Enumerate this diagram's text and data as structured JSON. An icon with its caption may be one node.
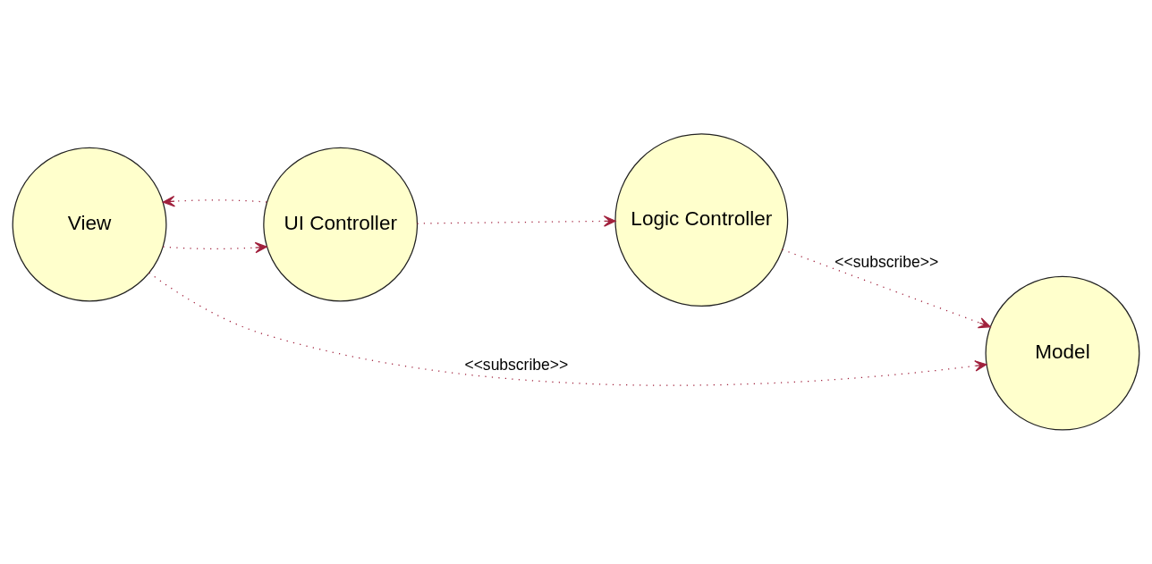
{
  "diagram": {
    "nodes": [
      {
        "text": [
          "View"
        ]
      },
      {
        "text": [
          "UI Controller"
        ]
      },
      {
        "text": [
          "Logic Controller"
        ]
      },
      {
        "text": [
          "Model"
        ]
      }
    ],
    "edges": [
      {
        "from": 0,
        "to": 1,
        "arrow": "to"
      },
      {
        "from": 1,
        "to": 0,
        "arrow": "to"
      },
      {
        "from": 1,
        "to": 2,
        "arrow": "to"
      },
      {
        "from": 2,
        "to": 3,
        "arrow": "to",
        "label": "<<subscribe>>"
      },
      {
        "from": 0,
        "to": 3,
        "arrow": "to",
        "label": "<<subscribe>>"
      }
    ]
  }
}
